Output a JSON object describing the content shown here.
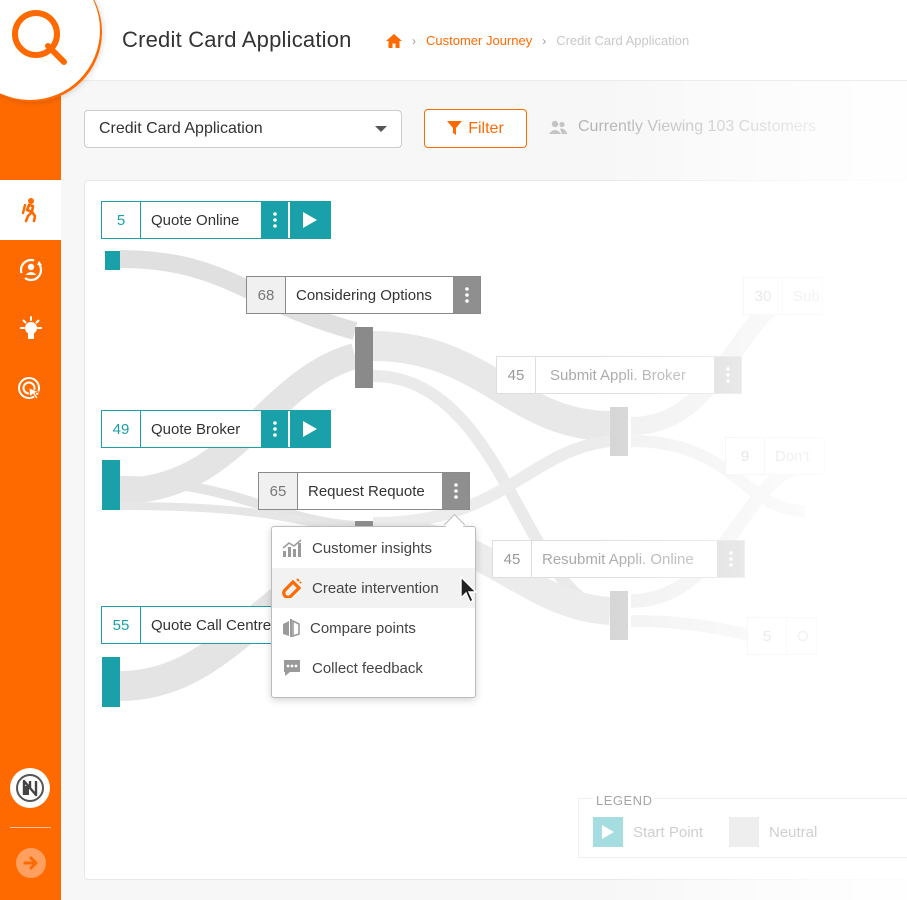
{
  "header": {
    "title": "Credit Card Application",
    "breadcrumb": {
      "journey": "Customer Journey",
      "current": "Credit Card Application",
      "separator": "›"
    }
  },
  "toolbar": {
    "journey_select_value": "Credit Card Application",
    "filter_label": "Filter",
    "viewing_text": "Currently Viewing 103 Customers"
  },
  "nodes": {
    "quote_online": {
      "count": "5",
      "label": "Quote Online"
    },
    "considering_options": {
      "count": "68",
      "label": "Considering Options"
    },
    "submit_appli_broker": {
      "count": "45",
      "label": "Submit Appli. Broker"
    },
    "quote_broker": {
      "count": "49",
      "label": "Quote Broker"
    },
    "request_requote": {
      "count": "65",
      "label": "Request Requote"
    },
    "resubmit_appli_online": {
      "count": "45",
      "label": "Resubmit Appli. Online"
    },
    "quote_call_centre": {
      "count": "55",
      "label": "Quote Call Centre"
    },
    "partial_top": {
      "count": "30",
      "label": "Sub"
    },
    "partial_mid": {
      "count": "9",
      "label": "Don't"
    },
    "partial_low": {
      "count": "5",
      "label": "O"
    }
  },
  "context_menu": {
    "items": [
      {
        "label": "Customer insights",
        "icon": "bar-chart-icon"
      },
      {
        "label": "Create intervention",
        "icon": "magnet-icon"
      },
      {
        "label": "Compare points",
        "icon": "compare-icon"
      },
      {
        "label": "Collect feedback",
        "icon": "chat-bubble-icon"
      }
    ]
  },
  "legend": {
    "title": "LEGEND",
    "start_point": "Start Point",
    "neutral": "Neutral"
  },
  "colors": {
    "brand_orange": "#ff6a00",
    "teal": "#1aa0a8",
    "gray_node": "#8a8a8a"
  }
}
